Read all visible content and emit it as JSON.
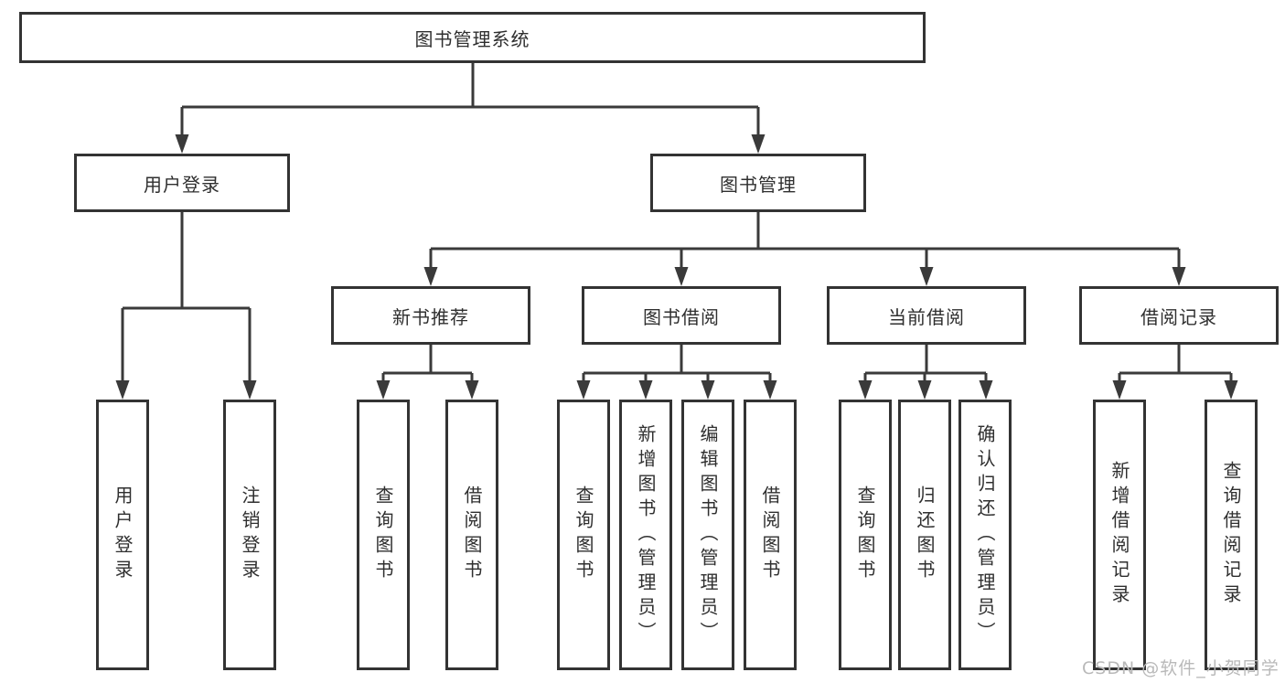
{
  "diagram": {
    "root": "图书管理系统",
    "level1": [
      {
        "label": "用户登录",
        "leaves": [
          "用户登录",
          "注销登录"
        ]
      },
      {
        "label": "图书管理",
        "groups": [
          {
            "label": "新书推荐",
            "leaves": [
              "查询图书",
              "借阅图书"
            ]
          },
          {
            "label": "图书借阅",
            "leaves": [
              "查询图书",
              "新增图书（管理员）",
              "编辑图书（管理员）",
              "借阅图书"
            ]
          },
          {
            "label": "当前借阅",
            "leaves": [
              "查询图书",
              "归还图书",
              "确认归还（管理员）"
            ]
          },
          {
            "label": "借阅记录",
            "leaves": [
              "新增借阅记录",
              "查询借阅记录"
            ]
          }
        ]
      }
    ]
  },
  "watermark": "CSDN @软件_小贺同学",
  "colors": {
    "line": "#3a3a3a",
    "box_border": "#333333",
    "box_fill": "#ffffff",
    "text": "#2f2f2f",
    "watermark": "#b9b9b9"
  }
}
